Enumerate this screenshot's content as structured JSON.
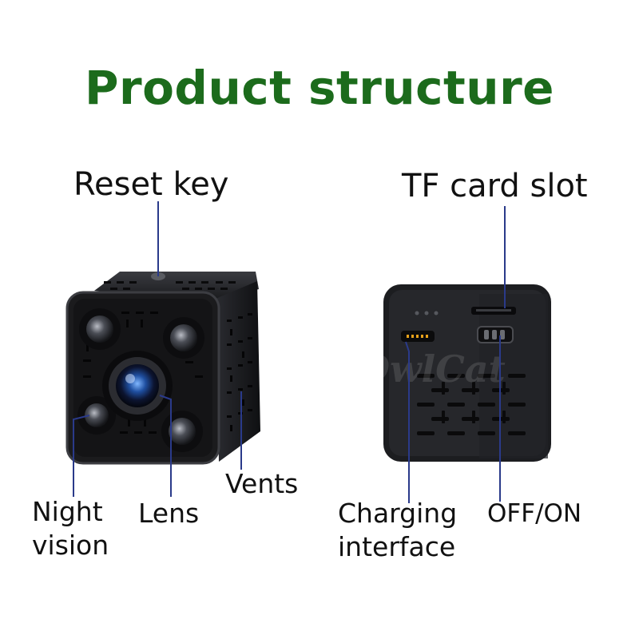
{
  "title": "Product structure",
  "labels": {
    "reset_key": "Reset key",
    "tf_card_slot": "TF card slot",
    "vents": "Vents",
    "night_vision_line1": "Night",
    "night_vision_line2": "vision",
    "lens": "Lens",
    "charging_line1": "Charging",
    "charging_line2": "interface",
    "off_on": "OFF/ON"
  },
  "watermark": "OwlCat",
  "colors": {
    "title": "#1c6b1c",
    "body": "#1b1b1d",
    "text": "#111111",
    "leader": "#2a3a8a"
  }
}
